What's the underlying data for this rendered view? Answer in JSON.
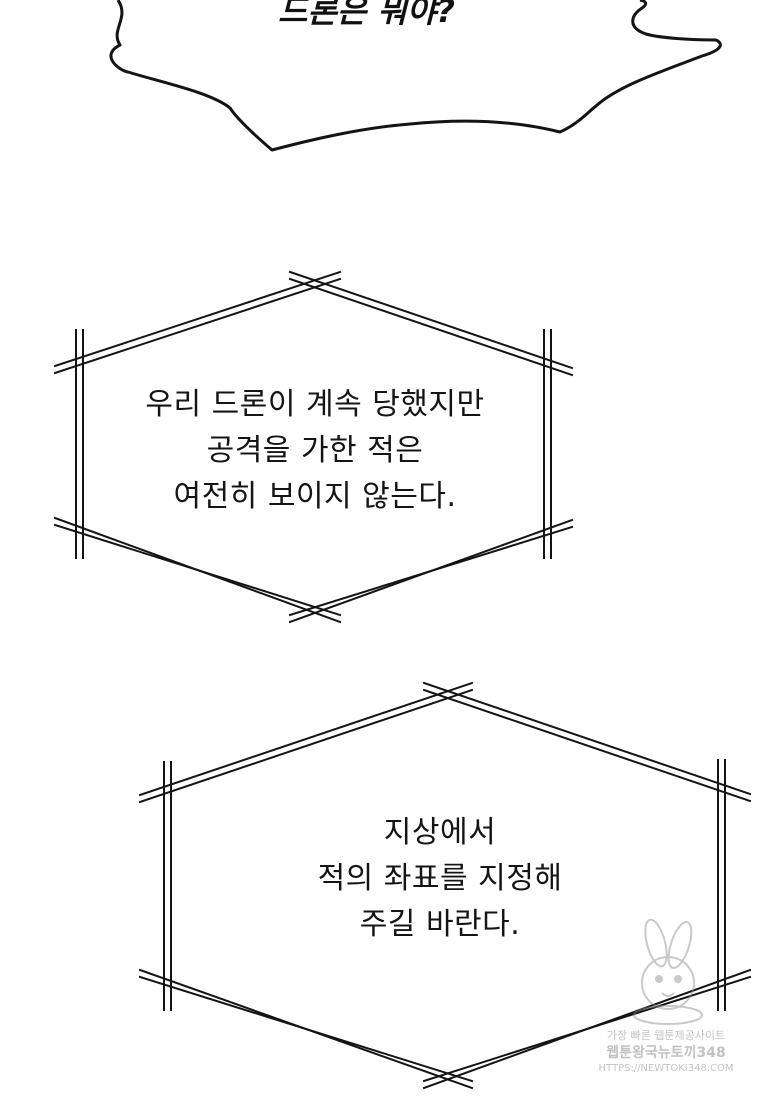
{
  "speech_bubble": {
    "text": "드론은 뭐야?"
  },
  "caption_top": {
    "lines": [
      "우리 드론이 계속 당했지만",
      "공격을 가한 적은",
      "여전히 보이지 않는다."
    ]
  },
  "caption_bottom": {
    "lines": [
      "지상에서",
      "적의 좌표를 지정해",
      "주길 바란다."
    ]
  },
  "watermark": {
    "line1": "가장 빠른 웹툰제공사이트",
    "line2": "웹툰왕국뉴토끼348",
    "line3": "HTTPS://NEWTOKI348.COM"
  },
  "colors": {
    "ink": "#141414",
    "background": "#ffffff"
  }
}
